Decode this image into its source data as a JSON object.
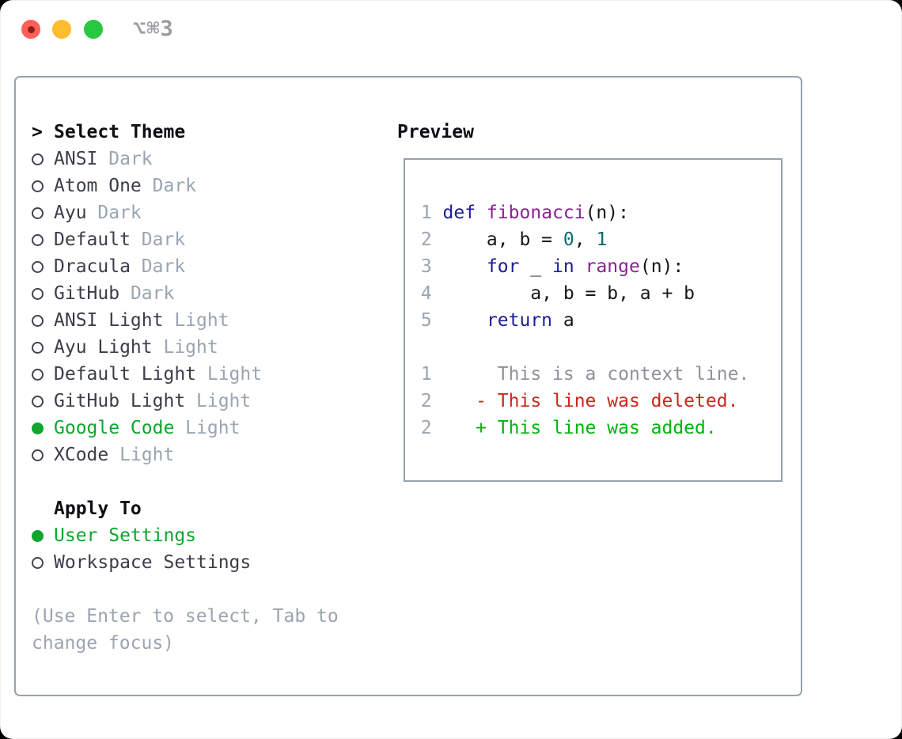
{
  "window": {
    "shortcut": "⌥⌘3"
  },
  "panel": {
    "prompt": ">",
    "title": "Select Theme",
    "themes": [
      {
        "name": "ANSI",
        "variant": "Dark",
        "selected": false
      },
      {
        "name": "Atom One",
        "variant": "Dark",
        "selected": false
      },
      {
        "name": "Ayu",
        "variant": "Dark",
        "selected": false
      },
      {
        "name": "Default",
        "variant": "Dark",
        "selected": false
      },
      {
        "name": "Dracula",
        "variant": "Dark",
        "selected": false
      },
      {
        "name": "GitHub",
        "variant": "Dark",
        "selected": false
      },
      {
        "name": "ANSI Light",
        "variant": "Light",
        "selected": false
      },
      {
        "name": "Ayu Light",
        "variant": "Light",
        "selected": false
      },
      {
        "name": "Default Light",
        "variant": "Light",
        "selected": false
      },
      {
        "name": "GitHub Light",
        "variant": "Light",
        "selected": false
      },
      {
        "name": "Google Code",
        "variant": "Light",
        "selected": true
      },
      {
        "name": "XCode",
        "variant": "Light",
        "selected": false
      }
    ],
    "apply_to": {
      "title": "Apply To",
      "options": [
        {
          "label": "User Settings",
          "selected": true
        },
        {
          "label": "Workspace Settings",
          "selected": false
        }
      ]
    },
    "help": "(Use Enter to select, Tab to change focus)"
  },
  "preview": {
    "title": "Preview",
    "code": [
      {
        "num": "1",
        "tokens": [
          {
            "t": "def",
            "c": "kw"
          },
          {
            "t": " ",
            "c": "plain"
          },
          {
            "t": "fibonacci",
            "c": "fn"
          },
          {
            "t": "(n):",
            "c": "plain"
          }
        ]
      },
      {
        "num": "2",
        "tokens": [
          {
            "t": "    a, b = ",
            "c": "plain"
          },
          {
            "t": "0",
            "c": "num"
          },
          {
            "t": ", ",
            "c": "plain"
          },
          {
            "t": "1",
            "c": "num"
          }
        ]
      },
      {
        "num": "3",
        "tokens": [
          {
            "t": "    ",
            "c": "plain"
          },
          {
            "t": "for",
            "c": "kw"
          },
          {
            "t": " _ ",
            "c": "plain"
          },
          {
            "t": "in",
            "c": "kw"
          },
          {
            "t": " ",
            "c": "plain"
          },
          {
            "t": "range",
            "c": "fn"
          },
          {
            "t": "(n):",
            "c": "plain"
          }
        ]
      },
      {
        "num": "4",
        "tokens": [
          {
            "t": "        a, b = b, a + b",
            "c": "plain"
          }
        ]
      },
      {
        "num": "5",
        "tokens": [
          {
            "t": "    ",
            "c": "plain"
          },
          {
            "t": "return",
            "c": "kw"
          },
          {
            "t": " a",
            "c": "plain"
          }
        ]
      }
    ],
    "diff": [
      {
        "num": "1",
        "marker": " ",
        "text": "This is a context line.",
        "kind": "context"
      },
      {
        "num": "2",
        "marker": "-",
        "text": "This line was deleted.",
        "kind": "deleted"
      },
      {
        "num": "2",
        "marker": "+",
        "text": "This line was added.",
        "kind": "added"
      }
    ]
  },
  "colors": {
    "kw": "#1c1c96",
    "fn": "#8a2292",
    "num": "#0c6b6e",
    "plain": "#15171c",
    "line_number": "#9aa5b1",
    "context": "#8d9299",
    "deleted": "#c9271c",
    "added": "#00b30f",
    "selected_green": "#0fa52e",
    "muted_gray": "#9aa5b1",
    "item_text": "#3a3e48",
    "heading_text": "#0c0e12",
    "box_border": "#98a2ae",
    "traffic_red": "#ff5f57",
    "traffic_yellow": "#febc2e",
    "traffic_green": "#28c840"
  }
}
